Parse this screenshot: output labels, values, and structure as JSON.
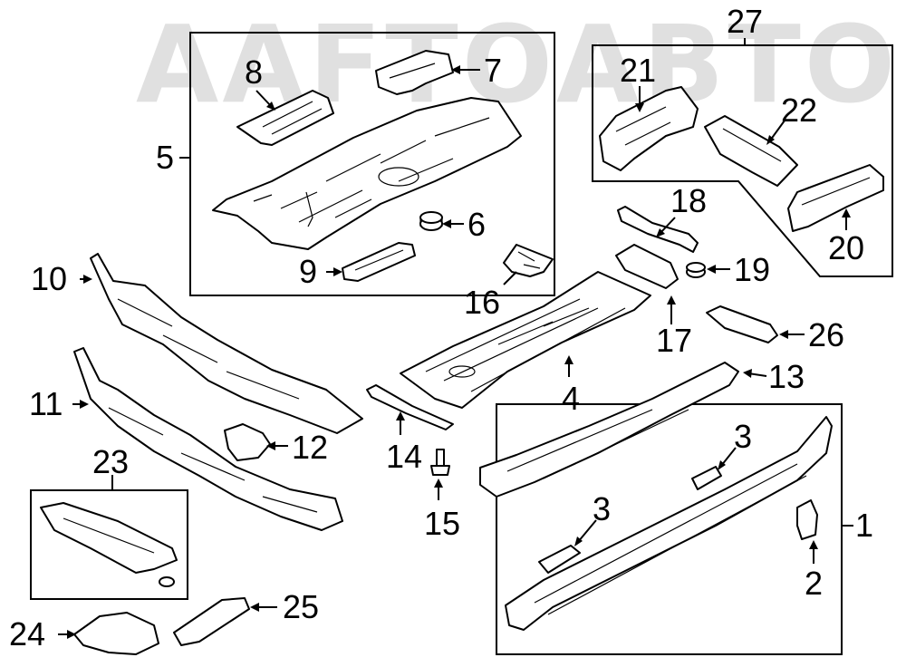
{
  "watermark": {
    "text": "AAFTOАВТО",
    "color": "#c8c8c8"
  },
  "callouts": {
    "c1": "1",
    "c2": "2",
    "c3a": "3",
    "c3b": "3",
    "c4": "4",
    "c5": "5",
    "c6": "6",
    "c7": "7",
    "c8": "8",
    "c9": "9",
    "c10": "10",
    "c11": "11",
    "c12": "12",
    "c13": "13",
    "c14": "14",
    "c15": "15",
    "c16": "16",
    "c17": "17",
    "c18": "18",
    "c19": "19",
    "c20": "20",
    "c21": "21",
    "c22": "22",
    "c23": "23",
    "c24": "24",
    "c25": "25",
    "c26": "26",
    "c27": "27"
  },
  "colors": {
    "line": "#000000",
    "background": "#ffffff"
  }
}
